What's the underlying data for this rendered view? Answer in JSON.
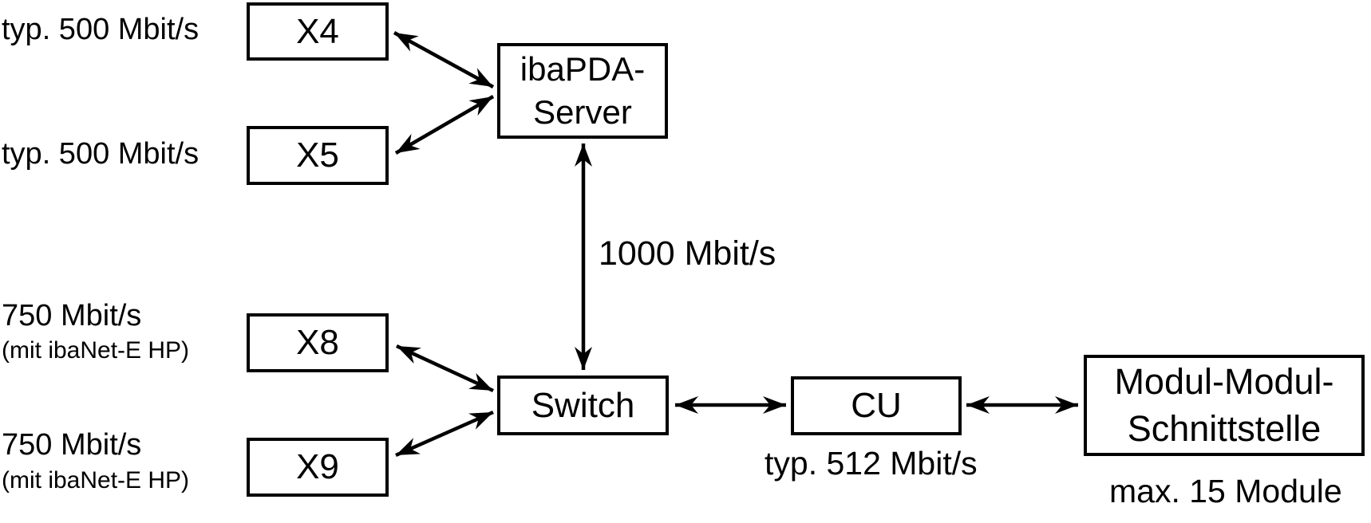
{
  "diagram": {
    "nodes": {
      "x4": {
        "label": "X4"
      },
      "x5": {
        "label": "X5"
      },
      "x8": {
        "label": "X8"
      },
      "x9": {
        "label": "X9"
      },
      "server": {
        "label_line1": "ibaPDA-",
        "label_line2": "Server"
      },
      "switch": {
        "label": "Switch"
      },
      "cu": {
        "label": "CU"
      },
      "modul": {
        "label_line1": "Modul-Modul-",
        "label_line2": "Schnittstelle"
      }
    },
    "annotations": {
      "x4_rate": "typ. 500 Mbit/s",
      "x5_rate": "typ. 500 Mbit/s",
      "x8_rate": "750 Mbit/s",
      "x8_note": "(mit ibaNet-E HP)",
      "x9_rate": "750 Mbit/s",
      "x9_note": "(mit ibaNet-E HP)",
      "server_switch_rate": "1000 Mbit/s",
      "cu_rate": "typ. 512 Mbit/s",
      "modul_note": "max. 15 Module"
    },
    "edges": [
      {
        "from": "X4",
        "to": "ibaPDA-Server",
        "bidirectional": true
      },
      {
        "from": "X5",
        "to": "ibaPDA-Server",
        "bidirectional": true
      },
      {
        "from": "ibaPDA-Server",
        "to": "Switch",
        "bidirectional": true,
        "label": "1000 Mbit/s"
      },
      {
        "from": "X8",
        "to": "Switch",
        "bidirectional": true
      },
      {
        "from": "X9",
        "to": "Switch",
        "bidirectional": true
      },
      {
        "from": "Switch",
        "to": "CU",
        "bidirectional": true
      },
      {
        "from": "CU",
        "to": "Modul-Modul-Schnittstelle",
        "bidirectional": true,
        "label": "typ. 512 Mbit/s"
      }
    ],
    "colors": {
      "stroke": "#000000",
      "text": "#000000",
      "box_fill": "#ffffff",
      "background": "#ffffff"
    }
  }
}
